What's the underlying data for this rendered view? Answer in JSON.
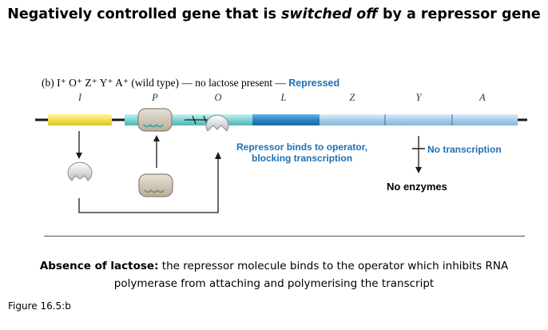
{
  "title": {
    "prefix": "Negatively controlled gene that is ",
    "emphasis": "switched off",
    "suffix": " by a repressor gene"
  },
  "genotype": {
    "label": "(b) I⁺ O⁺ Z⁺ Y⁺ A⁺ (wild type) — no lactose present — ",
    "status": "Repressed"
  },
  "gene_labels": [
    "I",
    "P",
    "O",
    "L",
    "Z",
    "Y",
    "A"
  ],
  "annotations": {
    "repressor_binds_line1": "Repressor binds to operator,",
    "repressor_binds_line2": "blocking transcription",
    "no_transcription": "No transcription",
    "no_enzymes": "No enzymes"
  },
  "caption": {
    "bold": "Absence of lactose:",
    "text": " the repressor molecule binds to the operator which inhibits RNA polymerase from attaching and polymerising the transcript"
  },
  "figure_label": "Figure 16.5:b",
  "colors": {
    "gene_i": "#f4e04d",
    "promoter": "#7fd3d4",
    "operator": "#5bc4c8",
    "leader": "#2a86c4",
    "structural": "#a8cde8",
    "dna_line": "#1a1a1a",
    "annotation": "#1f6fb4"
  },
  "icons": [
    "repressor-icon",
    "rna-polymerase-icon",
    "arrow-icon"
  ]
}
